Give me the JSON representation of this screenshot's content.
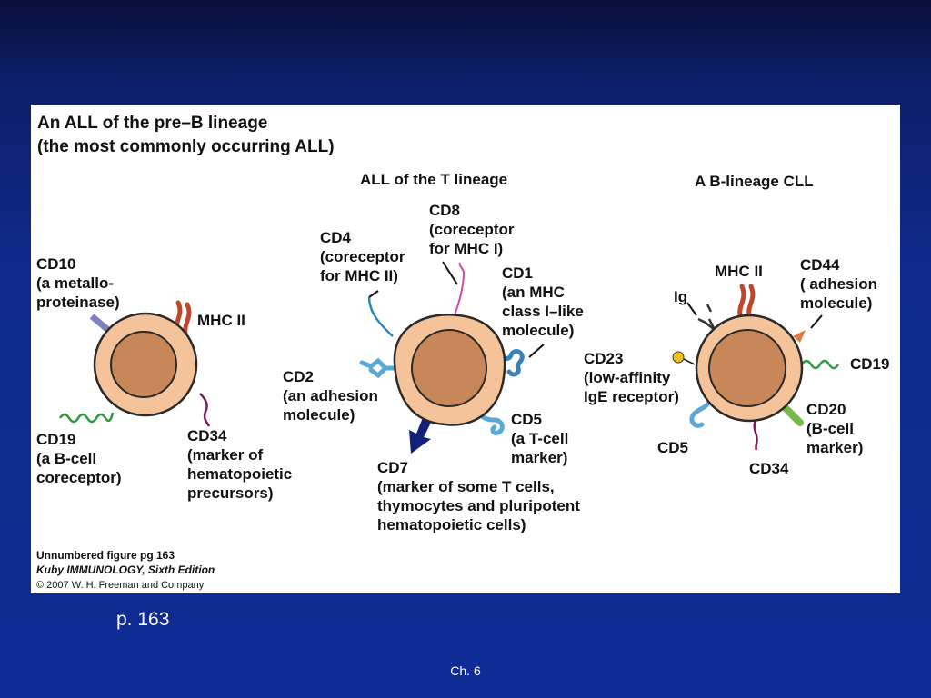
{
  "figure": {
    "title_line1": "An ALL of the pre–B lineage",
    "title_line2": "(the most commonly occurring ALL)",
    "t_title": "ALL of the T lineage",
    "b_cll_title": "A B-lineage CLL",
    "pre_b": {
      "cd10": [
        "CD10",
        "(a metallo-",
        "proteinase)"
      ],
      "mhc2": "MHC II",
      "cd19": [
        "CD19",
        "(a B-cell",
        "coreceptor)"
      ],
      "cd34": [
        "CD34",
        "(marker of",
        "hematopoietic",
        "precursors)"
      ]
    },
    "t_lineage": {
      "cd4": [
        "CD4",
        "(coreceptor",
        "for MHC II)"
      ],
      "cd8": [
        "CD8",
        "(coreceptor",
        "for MHC I)"
      ],
      "cd1": [
        "CD1",
        "(an MHC",
        "class I–like",
        "molecule)"
      ],
      "cd2": [
        "CD2",
        "(an adhesion",
        "molecule)"
      ],
      "cd5": [
        "CD5",
        "(a T-cell",
        "marker)"
      ],
      "cd7": [
        "CD7",
        "(marker of some T cells,",
        "thymocytes and pluripotent",
        "hematopoietic cells)"
      ]
    },
    "b_cll": {
      "ig": "Ig",
      "mhc2": "MHC II",
      "cd44": [
        "CD44",
        "( adhesion",
        "molecule)"
      ],
      "cd23": [
        "CD23",
        "(low-affinity",
        "IgE receptor)"
      ],
      "cd19": "CD19",
      "cd20": [
        "CD20",
        "(B-cell",
        "marker)"
      ],
      "cd5": "CD5",
      "cd34": "CD34"
    },
    "caption": {
      "line1": "Unnumbered figure pg 163",
      "line2": "Kuby IMMUNOLOGY, Sixth Edition",
      "line3": "© 2007 W. H. Freeman and Company"
    }
  },
  "page_ref": "p. 163",
  "footer": "Ch. 6",
  "colors": {
    "cell_outer": "#f4c39a",
    "cell_nucleus": "#c88758",
    "mhc": "#c0462a",
    "cd19_wave": "#2a9a3a",
    "cd34": "#7a1a5a",
    "cd10": "#8080c0",
    "cd4": "#2a86c0",
    "cd8": "#d04aa0",
    "cd7_arrow": "#13207a",
    "cd2": "#5aa8d8",
    "cd20": "#7ab84a",
    "cd44": "#e07a40",
    "cd23": "#f0c020"
  }
}
